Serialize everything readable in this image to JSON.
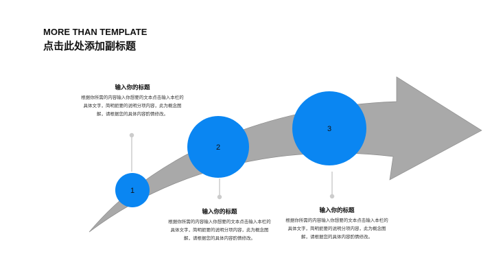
{
  "header": {
    "title": "MORE THAN TEMPLATE",
    "subtitle": "点击此处添加副标题"
  },
  "colors": {
    "circle": "#0a86f2",
    "arrow": "#a9a9a9"
  },
  "steps": [
    {
      "number": "1",
      "title": "输入你的标题",
      "body": "根据你所需的内容输入你想要的文本点击输入本栏的具体文字，简明扼要的说明分项内容，此为概念图解，请根据您的具体内容酌情修改。"
    },
    {
      "number": "2",
      "title": "输入你的标题",
      "body": "根据你所需的内容输入你想要的文本点击输入本栏的具体文字，简明扼要的说明分项内容，此为概念图解，请根据您的具体内容酌情修改。"
    },
    {
      "number": "3",
      "title": "输入你的标题",
      "body": "根据你所需的内容输入你想要的文本点击输入本栏的具体文字，简明扼要的说明分项内容，此为概念图解，请根据您的具体内容酌情修改。"
    }
  ]
}
